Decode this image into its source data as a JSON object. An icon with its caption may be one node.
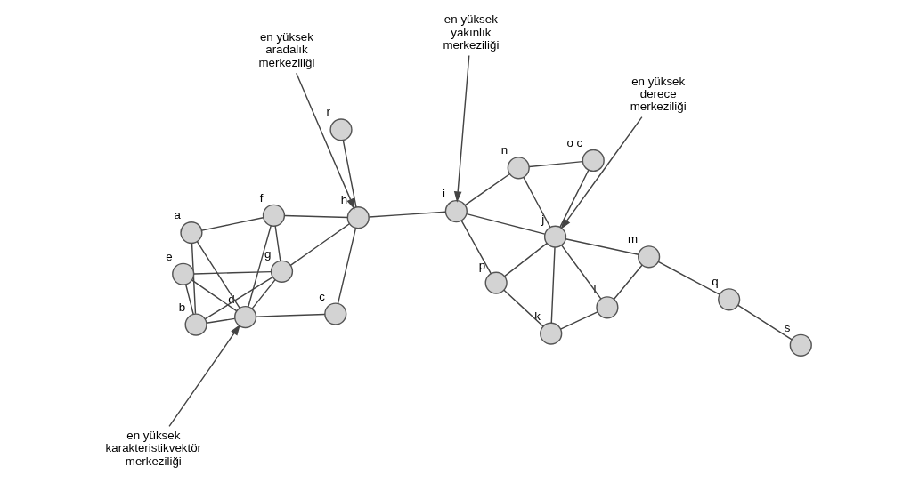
{
  "diagram": {
    "nodes": [
      {
        "text": [],
        "shape": "circle",
        "beside": [
          "a"
        ]
      },
      {
        "text": [],
        "shape": "circle",
        "beside": [
          "b"
        ]
      },
      {
        "text": [],
        "shape": "circle",
        "beside": [
          "c"
        ]
      },
      {
        "text": [],
        "shape": "circle",
        "beside": [
          "d"
        ]
      },
      {
        "text": [],
        "shape": "circle",
        "beside": [
          "e"
        ]
      },
      {
        "text": [],
        "shape": "circle",
        "beside": [
          "f"
        ]
      },
      {
        "text": [],
        "shape": "circle",
        "beside": [
          "g"
        ]
      },
      {
        "text": [],
        "shape": "circle",
        "beside": [
          "h"
        ]
      },
      {
        "text": [],
        "shape": "circle",
        "beside": [
          "i"
        ]
      },
      {
        "text": [],
        "shape": "circle",
        "beside": [
          "j"
        ]
      },
      {
        "text": [],
        "shape": "circle",
        "beside": [
          "k"
        ]
      },
      {
        "text": [],
        "shape": "circle",
        "beside": [
          "l"
        ]
      },
      {
        "text": [],
        "shape": "circle",
        "beside": [
          "m"
        ]
      },
      {
        "text": [],
        "shape": "circle",
        "beside": [
          "n"
        ]
      },
      {
        "text": [],
        "shape": "circle",
        "beside": [
          "o",
          "c"
        ]
      },
      {
        "text": [],
        "shape": "circle",
        "beside": [
          "p"
        ]
      },
      {
        "text": [],
        "shape": "circle",
        "beside": [
          "q"
        ]
      },
      {
        "text": [],
        "shape": "circle",
        "beside": [
          "r"
        ]
      },
      {
        "text": [],
        "shape": "circle",
        "beside": [
          "s"
        ]
      },
      {
        "text": [
          "en yüksek aradalık merkeziliği"
        ]
      },
      {
        "text": [
          "en yüksek yakınlık merkeziliği"
        ]
      },
      {
        "text": [
          "en yüksek karakteristikvektör merkeziliği"
        ]
      },
      {
        "text": [
          "en yüksek derece merkeziliği"
        ]
      }
    ],
    "edges": [
      {
        "from": 4,
        "to": 1,
        "arrow": "none"
      },
      {
        "from": 4,
        "to": 3,
        "arrow": "none"
      },
      {
        "from": 4,
        "to": 6,
        "arrow": "none"
      },
      {
        "from": 1,
        "to": 3,
        "arrow": "none"
      },
      {
        "from": 1,
        "to": 6,
        "arrow": "none"
      },
      {
        "from": 1,
        "to": 0,
        "arrow": "none"
      },
      {
        "from": 3,
        "to": 6,
        "arrow": "none"
      },
      {
        "from": 3,
        "to": 0,
        "arrow": "none"
      },
      {
        "from": 3,
        "to": 5,
        "arrow": "none"
      },
      {
        "from": 3,
        "to": 2,
        "arrow": "none"
      },
      {
        "from": 0,
        "to": 5,
        "arrow": "none"
      },
      {
        "from": 5,
        "to": 6,
        "arrow": "none"
      },
      {
        "from": 5,
        "to": 7,
        "arrow": "none"
      },
      {
        "from": 6,
        "to": 7,
        "arrow": "none"
      },
      {
        "from": 2,
        "to": 7,
        "arrow": "none"
      },
      {
        "from": 7,
        "to": 17,
        "arrow": "none"
      },
      {
        "from": 7,
        "to": 8,
        "arrow": "none"
      },
      {
        "from": 8,
        "to": 15,
        "arrow": "none"
      },
      {
        "from": 8,
        "to": 9,
        "arrow": "none"
      },
      {
        "from": 8,
        "to": 13,
        "arrow": "none"
      },
      {
        "from": 9,
        "to": 13,
        "arrow": "none"
      },
      {
        "from": 9,
        "to": 14,
        "arrow": "none"
      },
      {
        "from": 13,
        "to": 14,
        "arrow": "none"
      },
      {
        "from": 15,
        "to": 9,
        "arrow": "none"
      },
      {
        "from": 15,
        "to": 10,
        "arrow": "none"
      },
      {
        "from": 9,
        "to": 12,
        "arrow": "none"
      },
      {
        "from": 9,
        "to": 11,
        "arrow": "none"
      },
      {
        "from": 9,
        "to": 10,
        "arrow": "none"
      },
      {
        "from": 12,
        "to": 11,
        "arrow": "none"
      },
      {
        "from": 11,
        "to": 10,
        "arrow": "none"
      },
      {
        "from": 12,
        "to": 16,
        "arrow": "none"
      },
      {
        "from": 16,
        "to": 18,
        "arrow": "none"
      },
      {
        "from": 19,
        "to": 7,
        "arrow": "to"
      },
      {
        "from": 20,
        "to": 8,
        "arrow": "to"
      },
      {
        "from": 21,
        "to": 3,
        "arrow": "to"
      },
      {
        "from": 22,
        "to": 9,
        "arrow": "to"
      }
    ]
  }
}
